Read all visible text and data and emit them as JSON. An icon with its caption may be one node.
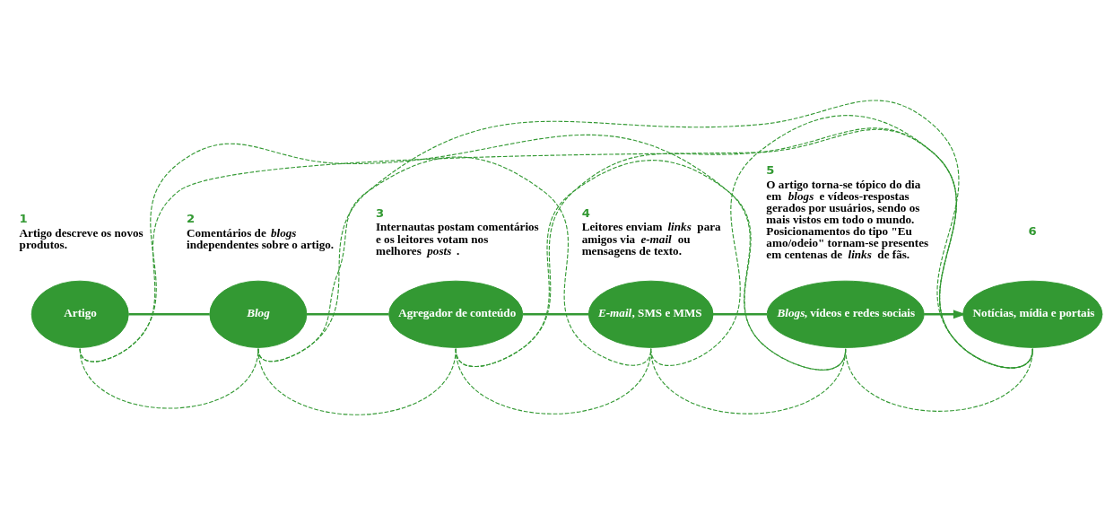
{
  "diagram": {
    "nodes": [
      {
        "text": [
          "Artigo"
        ],
        "beside": [
          "1",
          "Artigo descreve os novos produtos."
        ]
      },
      {
        "text": [
          "Blog"
        ],
        "beside": [
          "2",
          "Comentários de *blogs* independentes sobre o artigo."
        ]
      },
      {
        "text": [
          "Agregador de conteúdo"
        ],
        "beside": [
          "3",
          "Internautas postam comentários e os leitores votam nos melhores *posts* ."
        ]
      },
      {
        "text": [
          "*E-mail*, SMS e MMS"
        ],
        "beside": [
          "4",
          "Leitores enviam *links* para amigos via *e-mail* ou mensagens de texto."
        ]
      },
      {
        "text": [
          "*Blogs*, vídeos e redes sociais"
        ],
        "beside": [
          "5",
          "O artigo torna-se tópico do dia em *blogs* e vídeos-respostas gerados por usuários, sendo os mais vistos em todo o mundo. Posicionamentos do tipo \"Eu amo/odeio\" tornam-se presentes em centenas de *links* de fãs."
        ]
      },
      {
        "text": [
          "Notícias, mídia e portais"
        ],
        "beside": [
          "6"
        ]
      }
    ],
    "edges": [
      {
        "from": 0,
        "to": 1,
        "arrow": "none"
      },
      {
        "from": 1,
        "to": 2,
        "arrow": "none"
      },
      {
        "from": 2,
        "to": 3,
        "arrow": "none"
      },
      {
        "from": 3,
        "to": 4,
        "arrow": "none"
      },
      {
        "from": 4,
        "to": 5,
        "arrow": "to"
      },
      {
        "from": 0,
        "to": 1,
        "arrow": "none",
        "style": "dashed"
      },
      {
        "from": 1,
        "to": 2,
        "arrow": "none",
        "style": "dashed"
      },
      {
        "from": 2,
        "to": 3,
        "arrow": "none",
        "style": "dashed"
      },
      {
        "from": 3,
        "to": 4,
        "arrow": "none",
        "style": "dashed"
      },
      {
        "from": 4,
        "to": 5,
        "arrow": "none",
        "style": "dashed"
      },
      {
        "from": 0,
        "to": 5,
        "arrow": "none",
        "style": "dashed"
      },
      {
        "from": 0,
        "to": 4,
        "arrow": "none",
        "style": "dashed"
      },
      {
        "from": 1,
        "to": 5,
        "arrow": "none",
        "style": "dashed"
      },
      {
        "from": 1,
        "to": 3,
        "arrow": "none",
        "style": "dashed"
      },
      {
        "from": 2,
        "to": 5,
        "arrow": "none",
        "style": "dashed"
      },
      {
        "from": 2,
        "to": 4,
        "arrow": "none",
        "style": "dashed"
      },
      {
        "from": 3,
        "to": 5,
        "arrow": "none",
        "style": "dashed"
      }
    ]
  }
}
